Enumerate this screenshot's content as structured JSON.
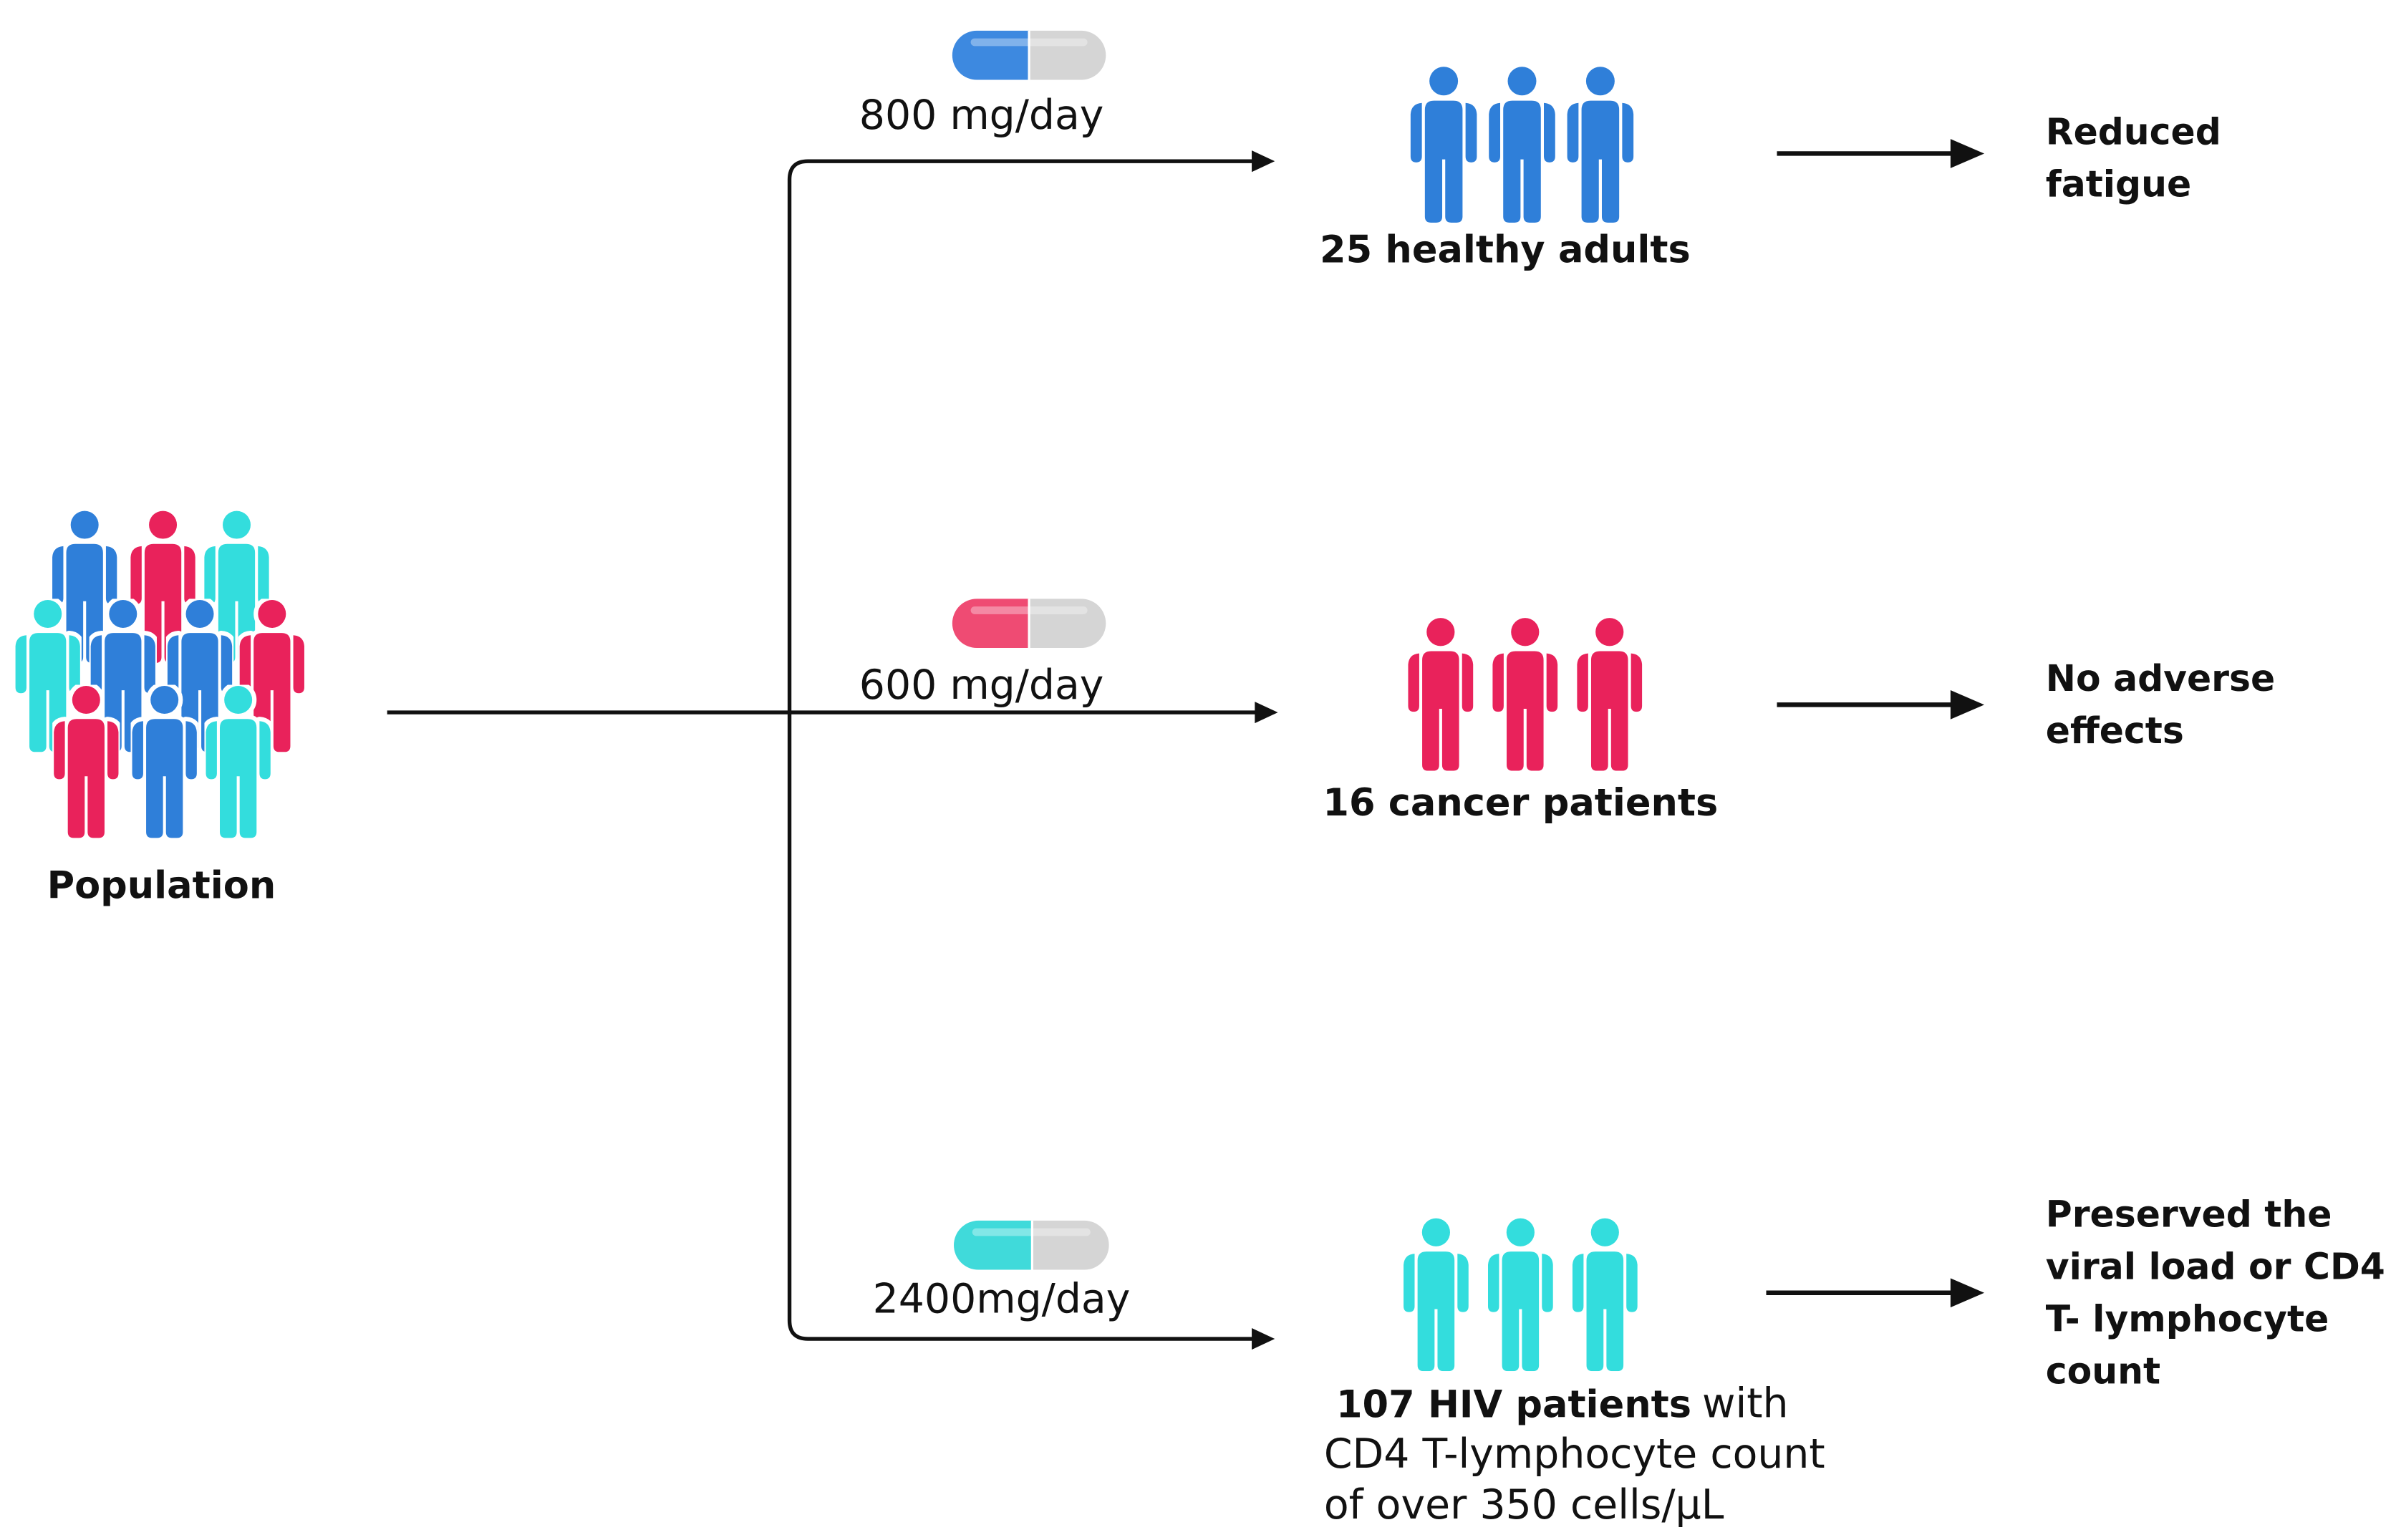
{
  "colors": {
    "blue": "#2f7fd9",
    "red": "#e9225b",
    "cyan": "#33dddd",
    "pill_blue": "#3d89e0",
    "pill_red": "#ef4b73",
    "pill_cyan": "#40dada",
    "pill_gray": "#d5d5d5",
    "line": "#111111"
  },
  "icons": {
    "person": "person-icon",
    "capsule": "capsule-icon",
    "arrow": "arrow-right-icon"
  },
  "population": {
    "label": "Population"
  },
  "branches": [
    {
      "dose": "800 mg/day",
      "group": {
        "label": "25 healthy adults"
      },
      "outcome": [
        "Reduced",
        "fatigue"
      ]
    },
    {
      "dose": "600 mg/day",
      "group": {
        "label": "16 cancer patients"
      },
      "outcome": [
        "No adverse",
        "effects"
      ]
    },
    {
      "dose": "2400mg/day",
      "group": {
        "label_bold": "107 HIV patients",
        "label_rest": "with",
        "label_lines": [
          "CD4 T-lymphocyte count",
          "of over 350 cells/µL"
        ]
      },
      "outcome": [
        "Preserved the",
        "viral load or CD4",
        "T- lymphocyte",
        "count"
      ]
    }
  ]
}
